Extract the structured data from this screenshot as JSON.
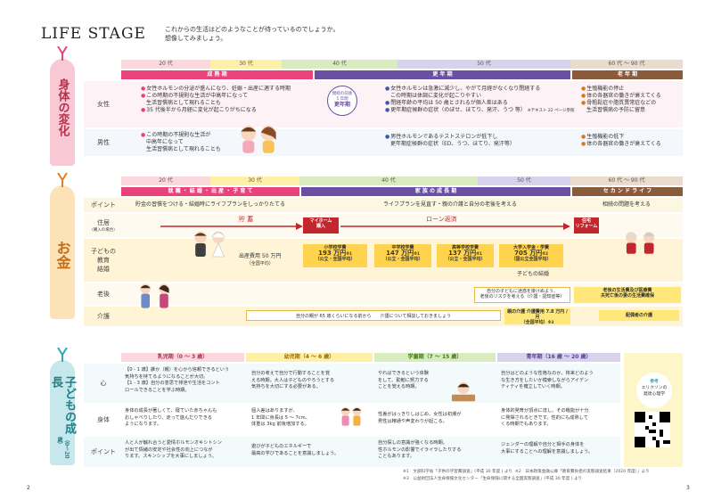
{
  "header": {
    "title": "LIFE STAGE",
    "intro_line1": "これからの生活はどのようなことが待っているのでしょうか。",
    "intro_line2": "想像してみましょう。"
  },
  "body": {
    "tab": "身体の変化",
    "ages": [
      "20 代",
      "30 代",
      "40 代",
      "50 代",
      "60 代 〜 90 代"
    ],
    "stages": [
      "成 熟 期",
      "更 年 期",
      "老 年 期"
    ],
    "rows": [
      "女性",
      "男性"
    ],
    "f_mature": [
      "女性ホルモンの分泌が盛んになり、妊娠・出産に適する時期",
      "この時期の不規則な生活が中高年になって",
      "生活習慣病として現れることも",
      "35 代後半から月経に変化が起こりがちになる"
    ],
    "badge": [
      "閉経の前後",
      "5 年間",
      "更年期"
    ],
    "f_meno": [
      "女性ホルモンは急激に減少し、やがて月経がなくなり閉経する",
      "この時期は体調に変化が起こりやすい",
      "閉経年齢の平均は 50 歳とされるが個人差はある",
      "更年期症候群の症状（のぼせ、ほてり、発汗、うつ 等）"
    ],
    "f_meno_ref": "※テキスト 22 ページ参照",
    "f_old": [
      "生殖機能の停止",
      "体の各器官の働きが衰えてくる",
      "骨粗鬆症や脂質異常症などの",
      "生活習慣病の予防に留意"
    ],
    "m_mature": [
      "この時期の不規則な生活が",
      "中高年になって",
      "生活習慣病として現れることも"
    ],
    "m_meno": [
      "男性ホルモンであるテストステロンが低下し",
      "更年期症候群の症状（ED、うつ、ほてり、発汗等）"
    ],
    "m_old": [
      "生殖機能の低下",
      "体の各器官の働きが衰えてくる"
    ]
  },
  "money": {
    "tab": "お金",
    "ages": [
      "20 代",
      "30 代",
      "40 代",
      "50 代",
      "60 代 〜 90 代"
    ],
    "stages": [
      "就 職 ・ 結 婚 ・ 出 産 ・ 子 育 て",
      "家 族 の 成 長 期",
      "セ カ ン ド ラ イ フ"
    ],
    "rows": [
      "ポイント",
      "住居",
      "（購入の場合）",
      "子どもの",
      "教育",
      "結婚",
      "老後",
      "介護"
    ],
    "point": [
      "貯金の習慣をつける・結婚時にライフプランをしっかりたてる",
      "ライフプランを見直す・親の介護と自分の老後を考える",
      "相続の問題を考える"
    ],
    "saving": "貯 蓄",
    "myhome": [
      "マイホーム",
      "購入"
    ],
    "loan": "ローン返済",
    "reform": [
      "住宅",
      "リフォーム"
    ],
    "wedding": [
      "出産費用 50 万円",
      "（全国平均）"
    ],
    "edu": [
      {
        "a": "小学校学費",
        "b": "193 万円",
        "c": "（公立・全国平均）",
        "n": "※1"
      },
      {
        "a": "中学校学費",
        "b": "147 万円",
        "c": "（公立・全国平均）",
        "n": "※1"
      },
      {
        "a": "高等学校学費",
        "b": "137 万円",
        "c": "（公立・全国平均）",
        "n": "※1"
      },
      {
        "a": "大学入学金・学費",
        "b": "705 万円",
        "c": "（国公立全国平均）",
        "n": "※2"
      }
    ],
    "kid_marry": "子どもの結婚",
    "retire_a": [
      "自分の子どもに迷惑を掛けぬよう、",
      "老後のリスクを考える（介護・認知症等）"
    ],
    "retire_b": [
      "老後の生活費及び医療費",
      "夫死亡後の妻の生活費確保"
    ],
    "care_a": "自分の親が 65 歳くらいになる前から　　介護について相談しておきましょう",
    "care_b": [
      "親の介護",
      "介護費用 7.8 万円 / 月",
      "（全国平均）"
    ],
    "care_b_note": "※3",
    "care_c": "配偶者の介護"
  },
  "child": {
    "tab": "子どもの成長",
    "tab_sub": "（0〜20歳）",
    "stages": [
      "乳児期（0 〜 3 歳）",
      "幼児期（4 〜 6 歳）",
      "学童期（7 〜 15 歳）",
      "青年期（16 歳 〜 20 歳）"
    ],
    "rows": [
      "心",
      "身体",
      "ポイント"
    ],
    "mind": [
      [
        "【0 - 1 歳】誰か（親）を心から信頼できるという",
        "気持ちを持てるようになることが大切。",
        "【1 - 3 歳】自分の意思で排泄や生活をコント",
        "ロールできることを学ぶ時期。"
      ],
      [
        "自分の考えで自分で行動することを覚",
        "える時期。大人は子どものやろうとする",
        "気持ちを大切にする必要がある。"
      ],
      [
        "やればできるという体験",
        "をして、勤勉に努力する",
        "ことを覚える時期。"
      ],
      [
        "自分はどのような性格なのか、将来どのよう",
        "な生き方をしたいか模索しながらアイデン",
        "ティティを確立していく時期。"
      ]
    ],
    "body": [
      [
        "身体の成長が著しくて、寝ていた赤ちゃんも",
        "おしゃべりしたり、走って遊んだりできる",
        "ようになります。"
      ],
      [
        "個人差はありますが、",
        "1 年間に身長は 5 〜 7cm、",
        "体重は 3kg 前後増加する。"
      ],
      [
        "性差がはっきりしはじめ、女性は初潮が",
        "男性は精通や声変わりが起こる。"
      ],
      [
        "身体的発育が頂点に達し、その機能が十分",
        "に発揮されるときです。性的にも成熟して",
        "くる時期でもあります。"
      ]
    ],
    "point": [
      [
        "人と人が触れ合うと愛情ホルモンオキシトシン",
        "が出て情緒の安定や社会性の向上につなが",
        "ります。スキンシップを大事にしましょう。"
      ],
      [
        "遊びが子どものエネルギーで",
        "最高の学びであることを意識しましょう。"
      ],
      [
        "自分探しの意識が強くなる時期。",
        "性ホルモンの影響でイライラしたりする",
        "こともあります。"
      ],
      [
        "ジェンダーの理解や自分と相手の身体を",
        "大事にすることへの理解を意識しましょう。"
      ]
    ],
    "ref": [
      "参考",
      "エリクソンの",
      "発達心理学"
    ]
  },
  "footnotes": {
    "n1": "※1　文部科学省「子供の学習費調査」(平成 30 年度 ) より",
    "n2": "※2　日本政策金融公庫「教育費負担の実態調査結果（2020 年度）」より",
    "n3": "※3　公益財団法人生命保険文化センター「生命保険に関する全国実態調査」(平成 30 年度 ) より"
  },
  "page_numbers": {
    "left": "2",
    "right": "3"
  },
  "colors": {
    "pink": "#e8447a",
    "purple": "#6a4fa3",
    "brown": "#8a5a3c",
    "orange": "#e07f2a",
    "yellow": "#ffe77a",
    "teal": "#33a7b5"
  }
}
